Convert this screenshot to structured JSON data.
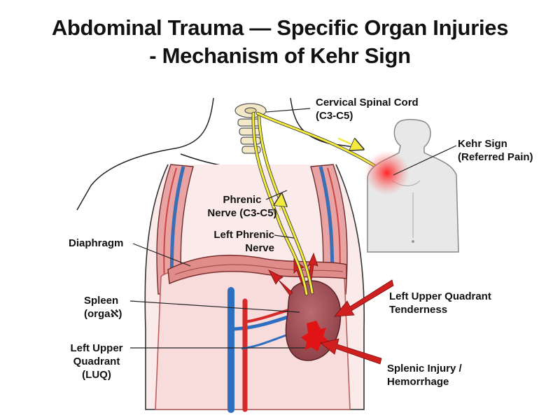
{
  "title": {
    "line1": "Abdominal Trauma — Specific Organ Injuries",
    "line2": "- Mechanism of Kehr Sign"
  },
  "labels": {
    "cervical_spinal_cord": {
      "line1": "Cervical Spinal Cord",
      "line2": "(C3-C5)"
    },
    "kehr_sign": {
      "line1": "Kehr Sign",
      "line2": "(Referred Pain)"
    },
    "phrenic_nerve": {
      "line1": "Phrenic",
      "line2": "Nerve (C3-C5)"
    },
    "left_phrenic_nerve": {
      "line1": "Left Phrenic",
      "line2": "Nerve"
    },
    "diaphragm": "Diaphragm",
    "spleen": {
      "line1": "Spleen",
      "line2": "(orgaℵ)"
    },
    "luq": {
      "line1": "Left Upper",
      "line2": "Quadrant",
      "line3": "(LUQ)"
    },
    "luq_tenderness": {
      "line1": "Left Upper Quadrant",
      "line2": "Tenderness"
    },
    "splenic_injury": {
      "line1": "Splenic Injury /",
      "line2": "Hemorrhage"
    }
  },
  "colors": {
    "nerve": "#f2ea3c",
    "artery": "#d62a2a",
    "vein": "#2f6fc0",
    "spleen": "#a8555a",
    "skin_fill": "#f7dede",
    "pain": "#ff2a2a"
  }
}
